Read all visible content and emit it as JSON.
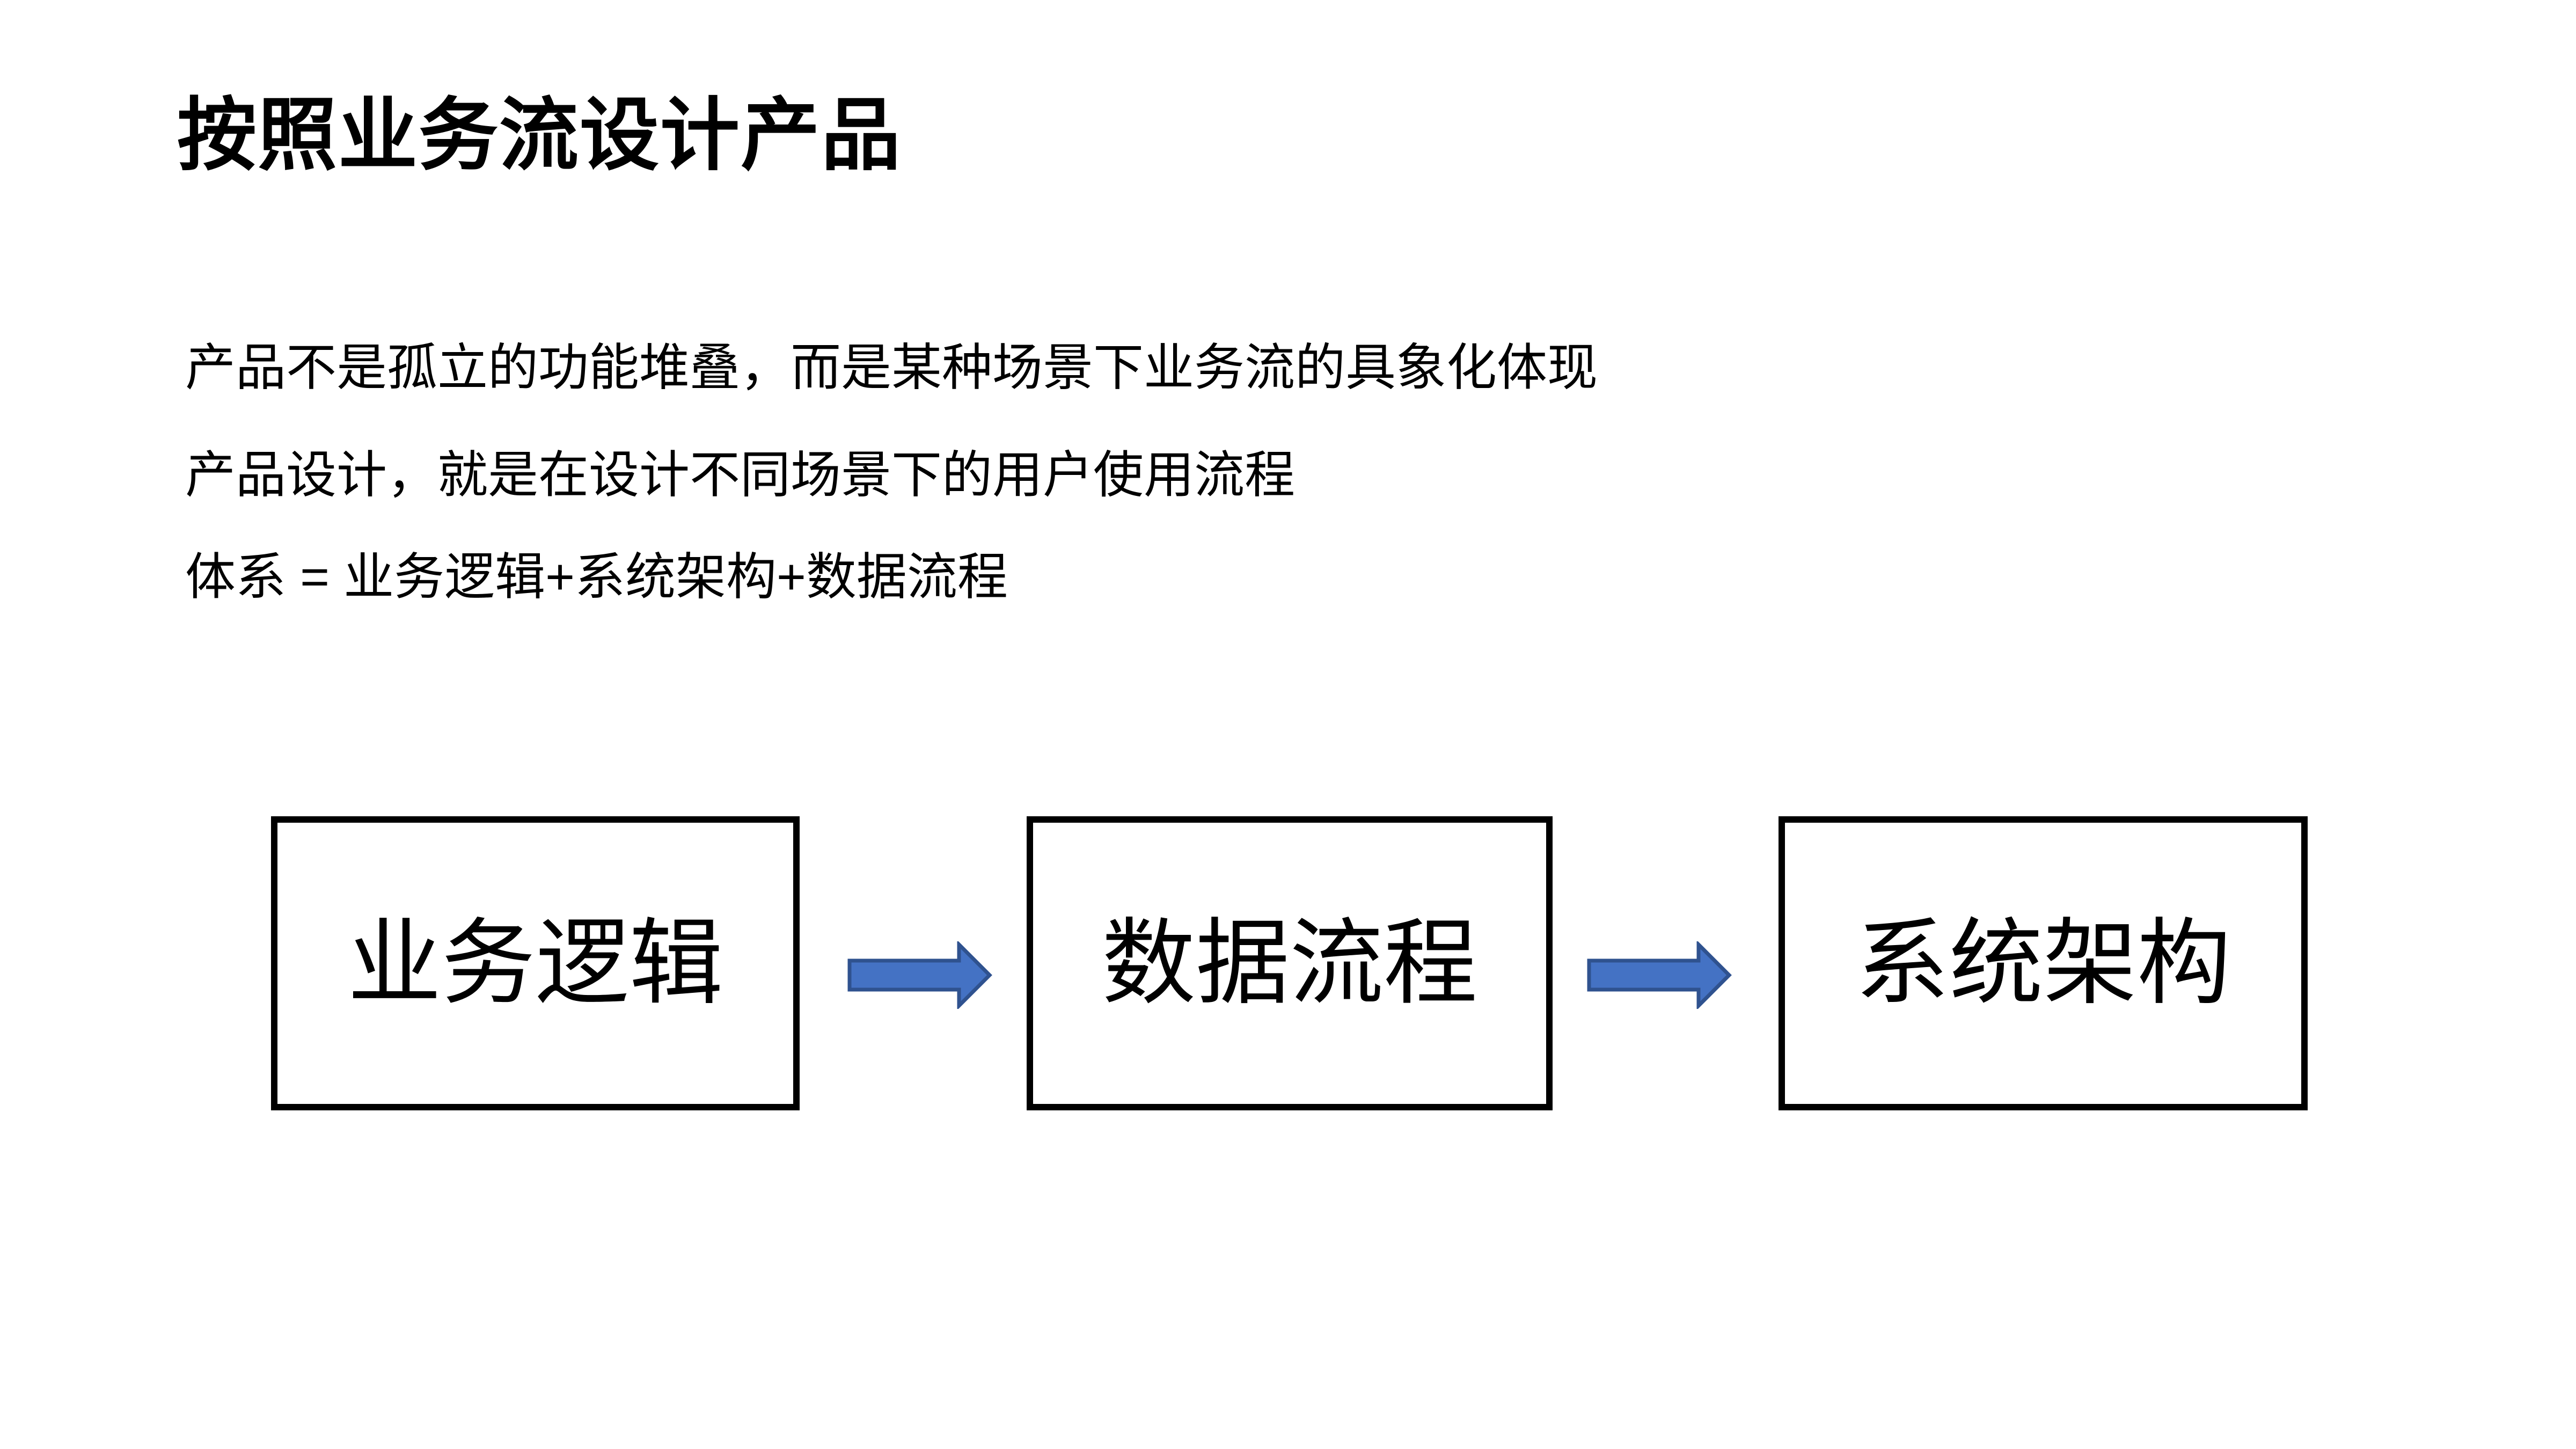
{
  "slide": {
    "title": "按照业务流设计产品",
    "body_lines": [
      "产品不是孤立的功能堆叠，而是某种场景下业务流的具象化体现",
      "产品设计，就是在设计不同场景下的用户使用流程",
      "体系 = 业务逻辑+系统架构+数据流程"
    ]
  },
  "diagram": {
    "nodes": [
      {
        "label": "业务逻辑"
      },
      {
        "label": "数据流程"
      },
      {
        "label": "系统架构"
      }
    ],
    "arrow_fill": "#4472C4",
    "arrow_stroke": "#2F528F",
    "box_border_color": "#000000",
    "text_color": "#000000",
    "background_color": "#FFFFFF"
  }
}
